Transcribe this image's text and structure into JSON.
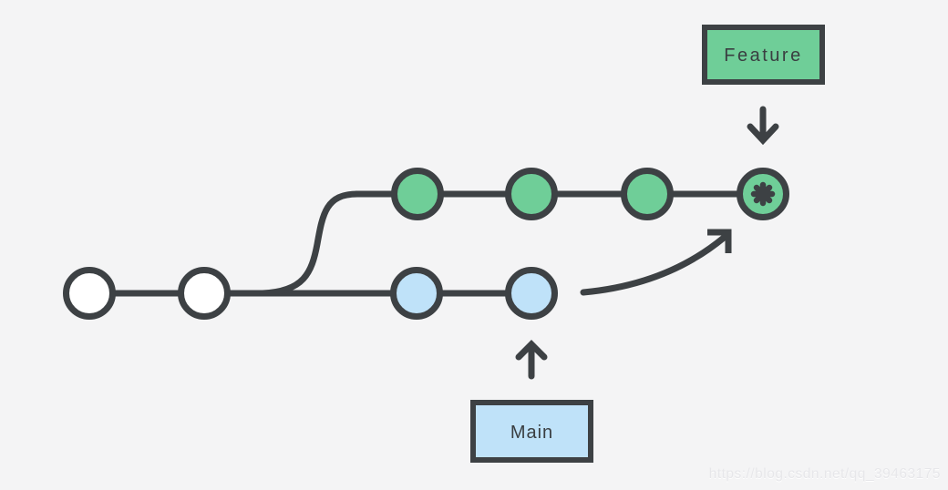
{
  "diagram": {
    "type": "git-branch-diagram",
    "labels": {
      "feature": "Feature",
      "main": "Main"
    },
    "colors": {
      "background": "#F4F4F5",
      "line": "#3D4144",
      "feature_green": "#6FCE98",
      "main_blue": "#BFE2F9",
      "commit_white": "#FFFFFF",
      "label_text": "#3A3E41",
      "watermark_gray": "#E7E7EA"
    },
    "branches": [
      {
        "name": "Feature",
        "color": "#6FCE98",
        "commit_count": 4,
        "head_marker": "asterisk"
      },
      {
        "name": "Main",
        "color": "#BFE2F9",
        "commit_count": 2
      }
    ],
    "base_commit_count": 2,
    "annotations": {
      "feature_pointer": "arrow-down-to-feature-head",
      "main_pointer": "arrow-up-to-main-head",
      "merge_arrow": "curved-arrow-from-main-to-feature-head"
    }
  },
  "watermark": "https://blog.csdn.net/qq_39463175"
}
